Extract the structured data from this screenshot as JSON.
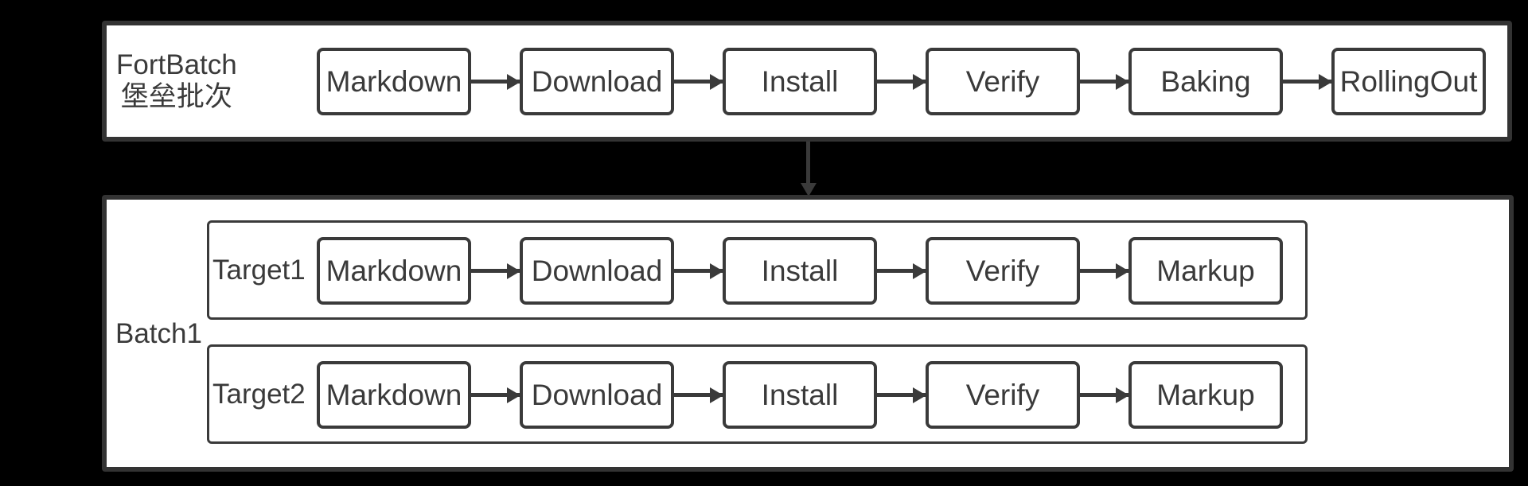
{
  "colors": {
    "background": "#000000",
    "panel_fill": "#ffffff",
    "stroke": "#3a3a3a"
  },
  "fort_batch": {
    "label_line1": "FortBatch",
    "label_line2": "堡垒批次",
    "steps": [
      "Markdown",
      "Download",
      "Install",
      "Verify",
      "Baking",
      "RollingOut"
    ]
  },
  "batch1": {
    "label": "Batch1",
    "targets": [
      {
        "label": "Target1",
        "steps": [
          "Markdown",
          "Download",
          "Install",
          "Verify",
          "Markup"
        ]
      },
      {
        "label": "Target2",
        "steps": [
          "Markdown",
          "Download",
          "Install",
          "Verify",
          "Markup"
        ]
      }
    ]
  }
}
